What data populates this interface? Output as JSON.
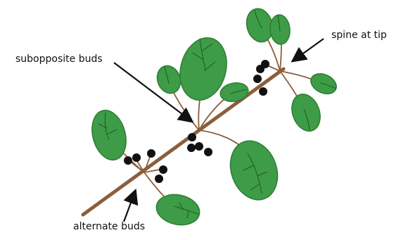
{
  "labels": {
    "subopposite_buds": "subopposite buds",
    "spine_at_tip": "spine at tip",
    "alternate_buds": "alternate buds"
  },
  "colors": {
    "stem": "#8B5E3C",
    "leaf_fill": "#3E9B47",
    "leaf_edge": "#2E7D32",
    "leaf_vein": "#1E5A23",
    "bud": "#111111",
    "arrow": "#111111",
    "label_text": "#111111"
  }
}
